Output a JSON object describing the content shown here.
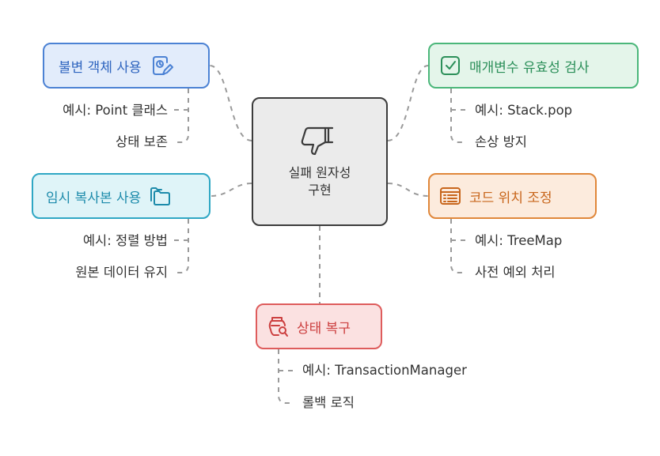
{
  "center": {
    "label_line1": "실패 원자성",
    "label_line2": "구현",
    "icon": "thumbs-down-icon"
  },
  "branches": [
    {
      "label": "불변 객체 사용",
      "icon": "edit-document-icon",
      "color": "#4c82d4",
      "leaves": [
        "예시: Point 클래스",
        "상태 보존"
      ]
    },
    {
      "label": "매개변수 유효성 검사",
      "icon": "check-square-icon",
      "color": "#4bb77a",
      "leaves": [
        "예시: Stack.pop",
        "손상 방지"
      ]
    },
    {
      "label": "임시 복사본 사용",
      "icon": "folders-icon",
      "color": "#2fa7c4",
      "leaves": [
        "예시: 정렬 방법",
        "원본 데이터 유지"
      ]
    },
    {
      "label": "코드 위치 조정",
      "icon": "code-window-icon",
      "color": "#e0873a",
      "leaves": [
        "예시: TreeMap",
        "사전 예외 처리"
      ]
    },
    {
      "label": "상태 복구",
      "icon": "restore-jar-icon",
      "color": "#de5c5c",
      "leaves": [
        "예시: TransactionManager",
        "롤백 로직"
      ]
    }
  ]
}
